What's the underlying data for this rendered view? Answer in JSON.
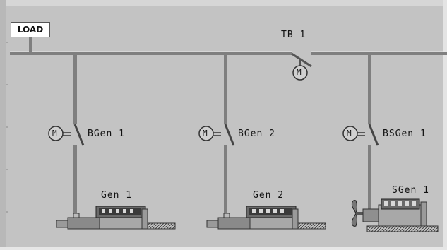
{
  "load": {
    "label": "LOAD"
  },
  "tie_breaker": {
    "label": "TB 1",
    "motor_symbol": "M"
  },
  "feeders": [
    {
      "breaker_label": "BGen 1",
      "generator_label": "Gen 1",
      "motor_symbol": "M",
      "generator_icon": "diesel-generator-icon"
    },
    {
      "breaker_label": "BGen 2",
      "generator_label": "Gen 2",
      "motor_symbol": "M",
      "generator_icon": "diesel-generator-icon"
    },
    {
      "breaker_label": "BSGen 1",
      "generator_label": "SGen 1",
      "motor_symbol": "M",
      "generator_icon": "shaft-generator-icon"
    }
  ],
  "colors": {
    "background": "#c3c3c3",
    "bus": "#7f7f7f",
    "bus_highlight": "#e8e8e8",
    "machine_dark": "#3a3a3a",
    "machine_base": "#8a8a8a"
  }
}
